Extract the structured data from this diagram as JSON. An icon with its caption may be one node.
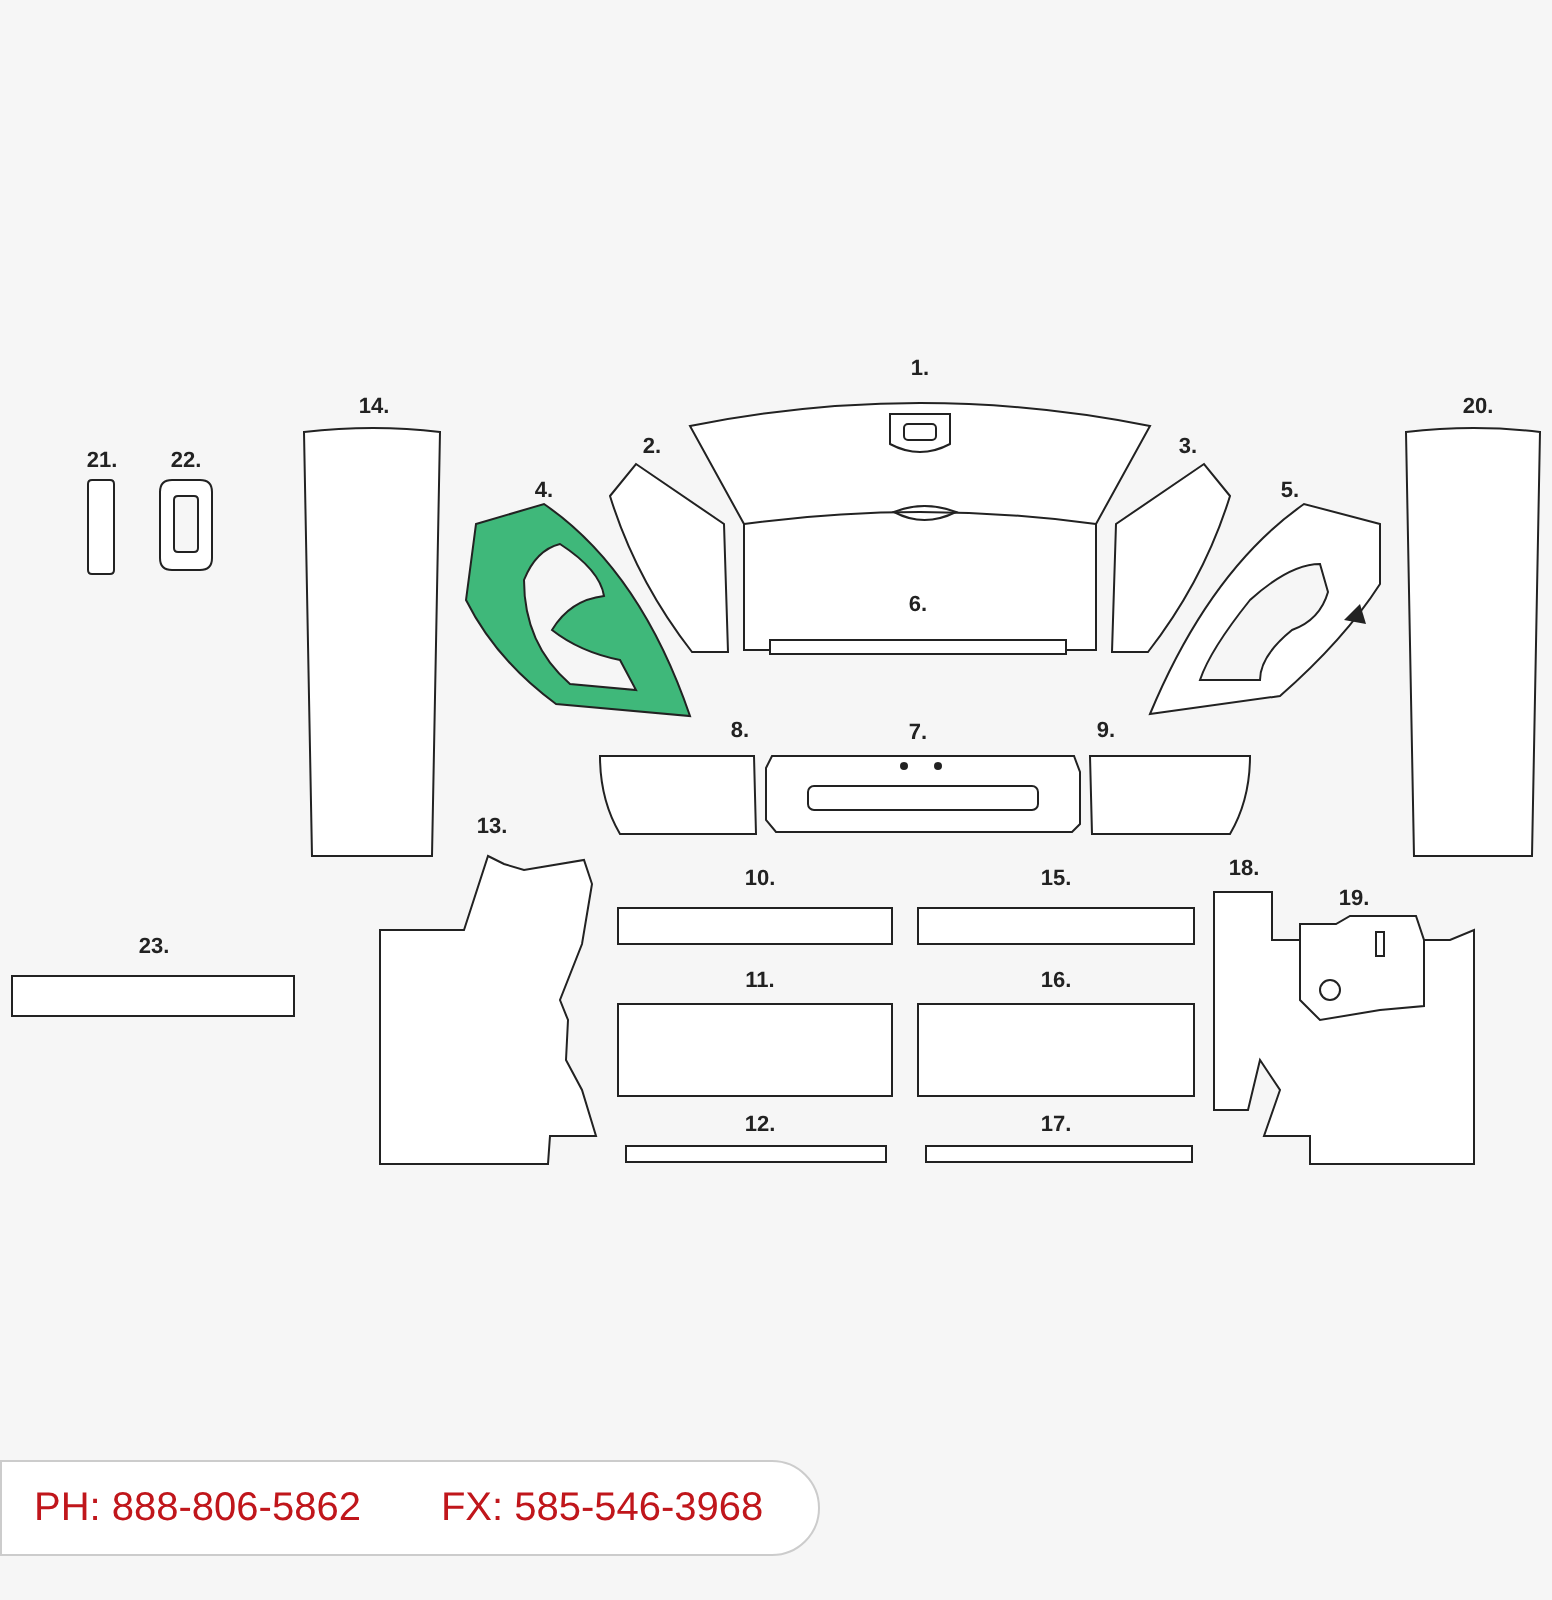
{
  "diagram": {
    "nodes": [
      {
        "text": [
          "1."
        ]
      },
      {
        "text": [
          "2."
        ]
      },
      {
        "text": [
          "3."
        ]
      },
      {
        "text": [
          "4."
        ]
      },
      {
        "text": [
          "5."
        ]
      },
      {
        "text": [
          "6."
        ],
        "in": 0
      },
      {
        "text": [
          "7."
        ]
      },
      {
        "text": [
          "8."
        ]
      },
      {
        "text": [
          "9."
        ]
      },
      {
        "text": [
          "10."
        ]
      },
      {
        "text": [
          "11."
        ]
      },
      {
        "text": [
          "12."
        ]
      },
      {
        "text": [
          "13."
        ]
      },
      {
        "text": [
          "14."
        ]
      },
      {
        "text": [
          "15."
        ]
      },
      {
        "text": [
          "16."
        ]
      },
      {
        "text": [
          "17."
        ]
      },
      {
        "text": [
          "18."
        ]
      },
      {
        "text": [
          "19."
        ],
        "in": 17
      },
      {
        "text": [
          "20."
        ]
      },
      {
        "text": [
          "21."
        ]
      },
      {
        "text": [
          "22."
        ]
      },
      {
        "text": [
          "23."
        ]
      }
    ],
    "labels": [
      "PH: 888-806-5862",
      "FX: 585-546-3968"
    ]
  }
}
